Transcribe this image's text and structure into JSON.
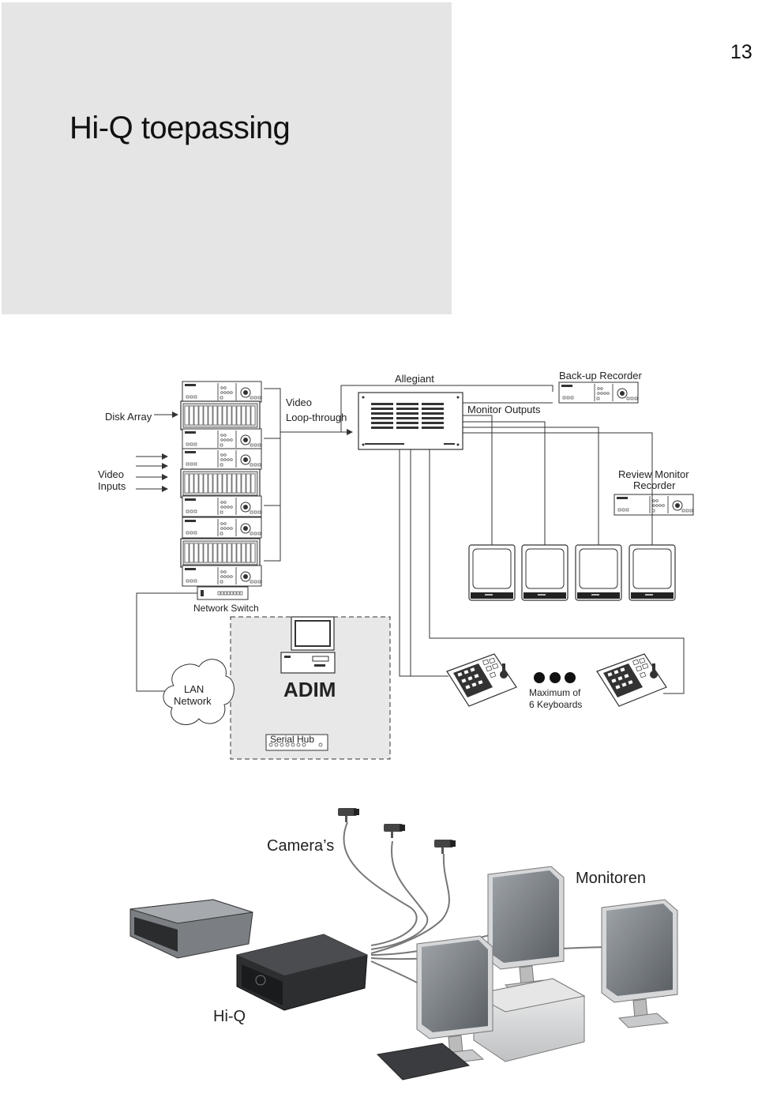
{
  "page": {
    "number": "13",
    "title": "Hi-Q toepassing"
  },
  "diagram": {
    "labels": {
      "allegiant": "Allegiant",
      "backup_recorder": "Back-up Recorder",
      "disk_array": "Disk Array",
      "video_loop_1": "Video",
      "video_loop_2": "Loop-through",
      "monitor_outputs": "Monitor Outputs",
      "video_inputs_1": "Video",
      "video_inputs_2": "Inputs",
      "review_recorder_1": "Review Monitor",
      "review_recorder_2": "Recorder",
      "network_switch": "Network Switch",
      "lan_1": "LAN",
      "lan_2": "Network",
      "adim": "ADIM",
      "keyboards_1": "Maximum of",
      "keyboards_2": "6 Keyboards",
      "serial_hub": "Serial Hub"
    }
  },
  "illustration": {
    "labels": {
      "cameras": "Camera’s",
      "monitors": "Monitoren",
      "hiq": "Hi-Q"
    }
  },
  "colors": {
    "header_panel": "#e5e5e6",
    "adim_panel": "#e8e8e8",
    "line": "#333333"
  }
}
